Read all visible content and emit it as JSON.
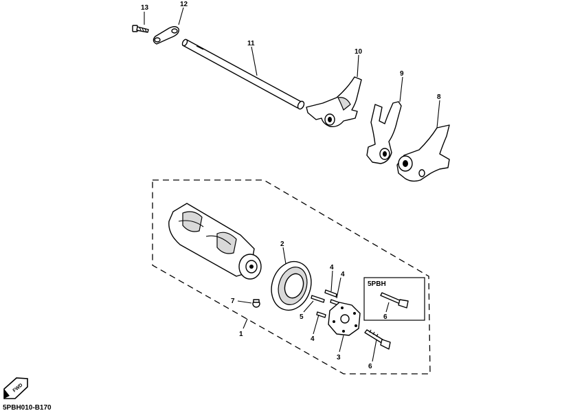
{
  "callouts": {
    "p1": "1",
    "p2": "2",
    "p3": "3",
    "p4a": "4",
    "p4b": "4",
    "p4c": "4",
    "p5": "5",
    "p6a": "6",
    "p6b": "6",
    "p7": "7",
    "p8": "8",
    "p9": "9",
    "p10": "10",
    "p11": "11",
    "p12": "12",
    "p13": "13"
  },
  "inset_label": "5PBH",
  "fwd_label": "FWD",
  "diagram_code": "5PBH010-B170"
}
